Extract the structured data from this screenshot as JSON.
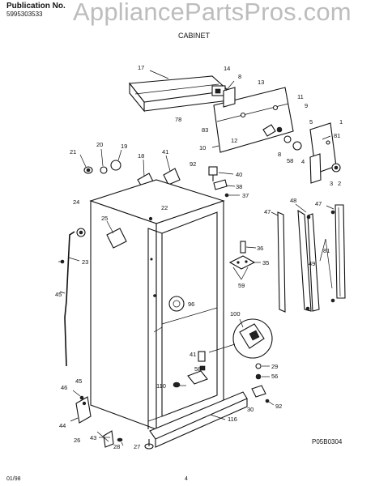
{
  "header": {
    "publication_label": "Publication No.",
    "publication_number": "5995303533",
    "watermark": "AppliancePartsPros.com",
    "section_title": "CABINET"
  },
  "footer": {
    "diagram_code": "P05B0304",
    "date": "01/98",
    "page_number": "4"
  },
  "callouts": {
    "c17": "17",
    "c14": "14",
    "c8a": "8",
    "c13": "13",
    "c78": "78",
    "c83": "83",
    "c11": "11",
    "c9": "9",
    "c1": "1",
    "c5": "5",
    "c81a": "81",
    "c8b": "8",
    "c58a": "58",
    "c4": "4",
    "c3": "3",
    "c2": "2",
    "c12": "12",
    "c10": "10",
    "c21": "21",
    "c20": "20",
    "c19": "19",
    "c18": "18",
    "c41a": "41",
    "c92a": "92",
    "c40": "40",
    "c38": "38",
    "c37": "37",
    "c24": "24",
    "c22": "22",
    "c25": "25",
    "c23": "23",
    "c48": "48",
    "c47a": "47",
    "c47b": "47",
    "c81b": "81",
    "c49": "49",
    "c36": "36",
    "c35": "35",
    "c59": "59",
    "c45a": "45",
    "c96": "96",
    "c100": "100",
    "c41b": "41",
    "c58b": "58",
    "c29": "29",
    "c56": "56",
    "c110": "110",
    "c45b": "45",
    "c46": "46",
    "c116": "116",
    "c30": "30",
    "c92b": "92",
    "c44": "44",
    "c26": "26",
    "c43": "43",
    "c28": "28",
    "c27": "27"
  }
}
